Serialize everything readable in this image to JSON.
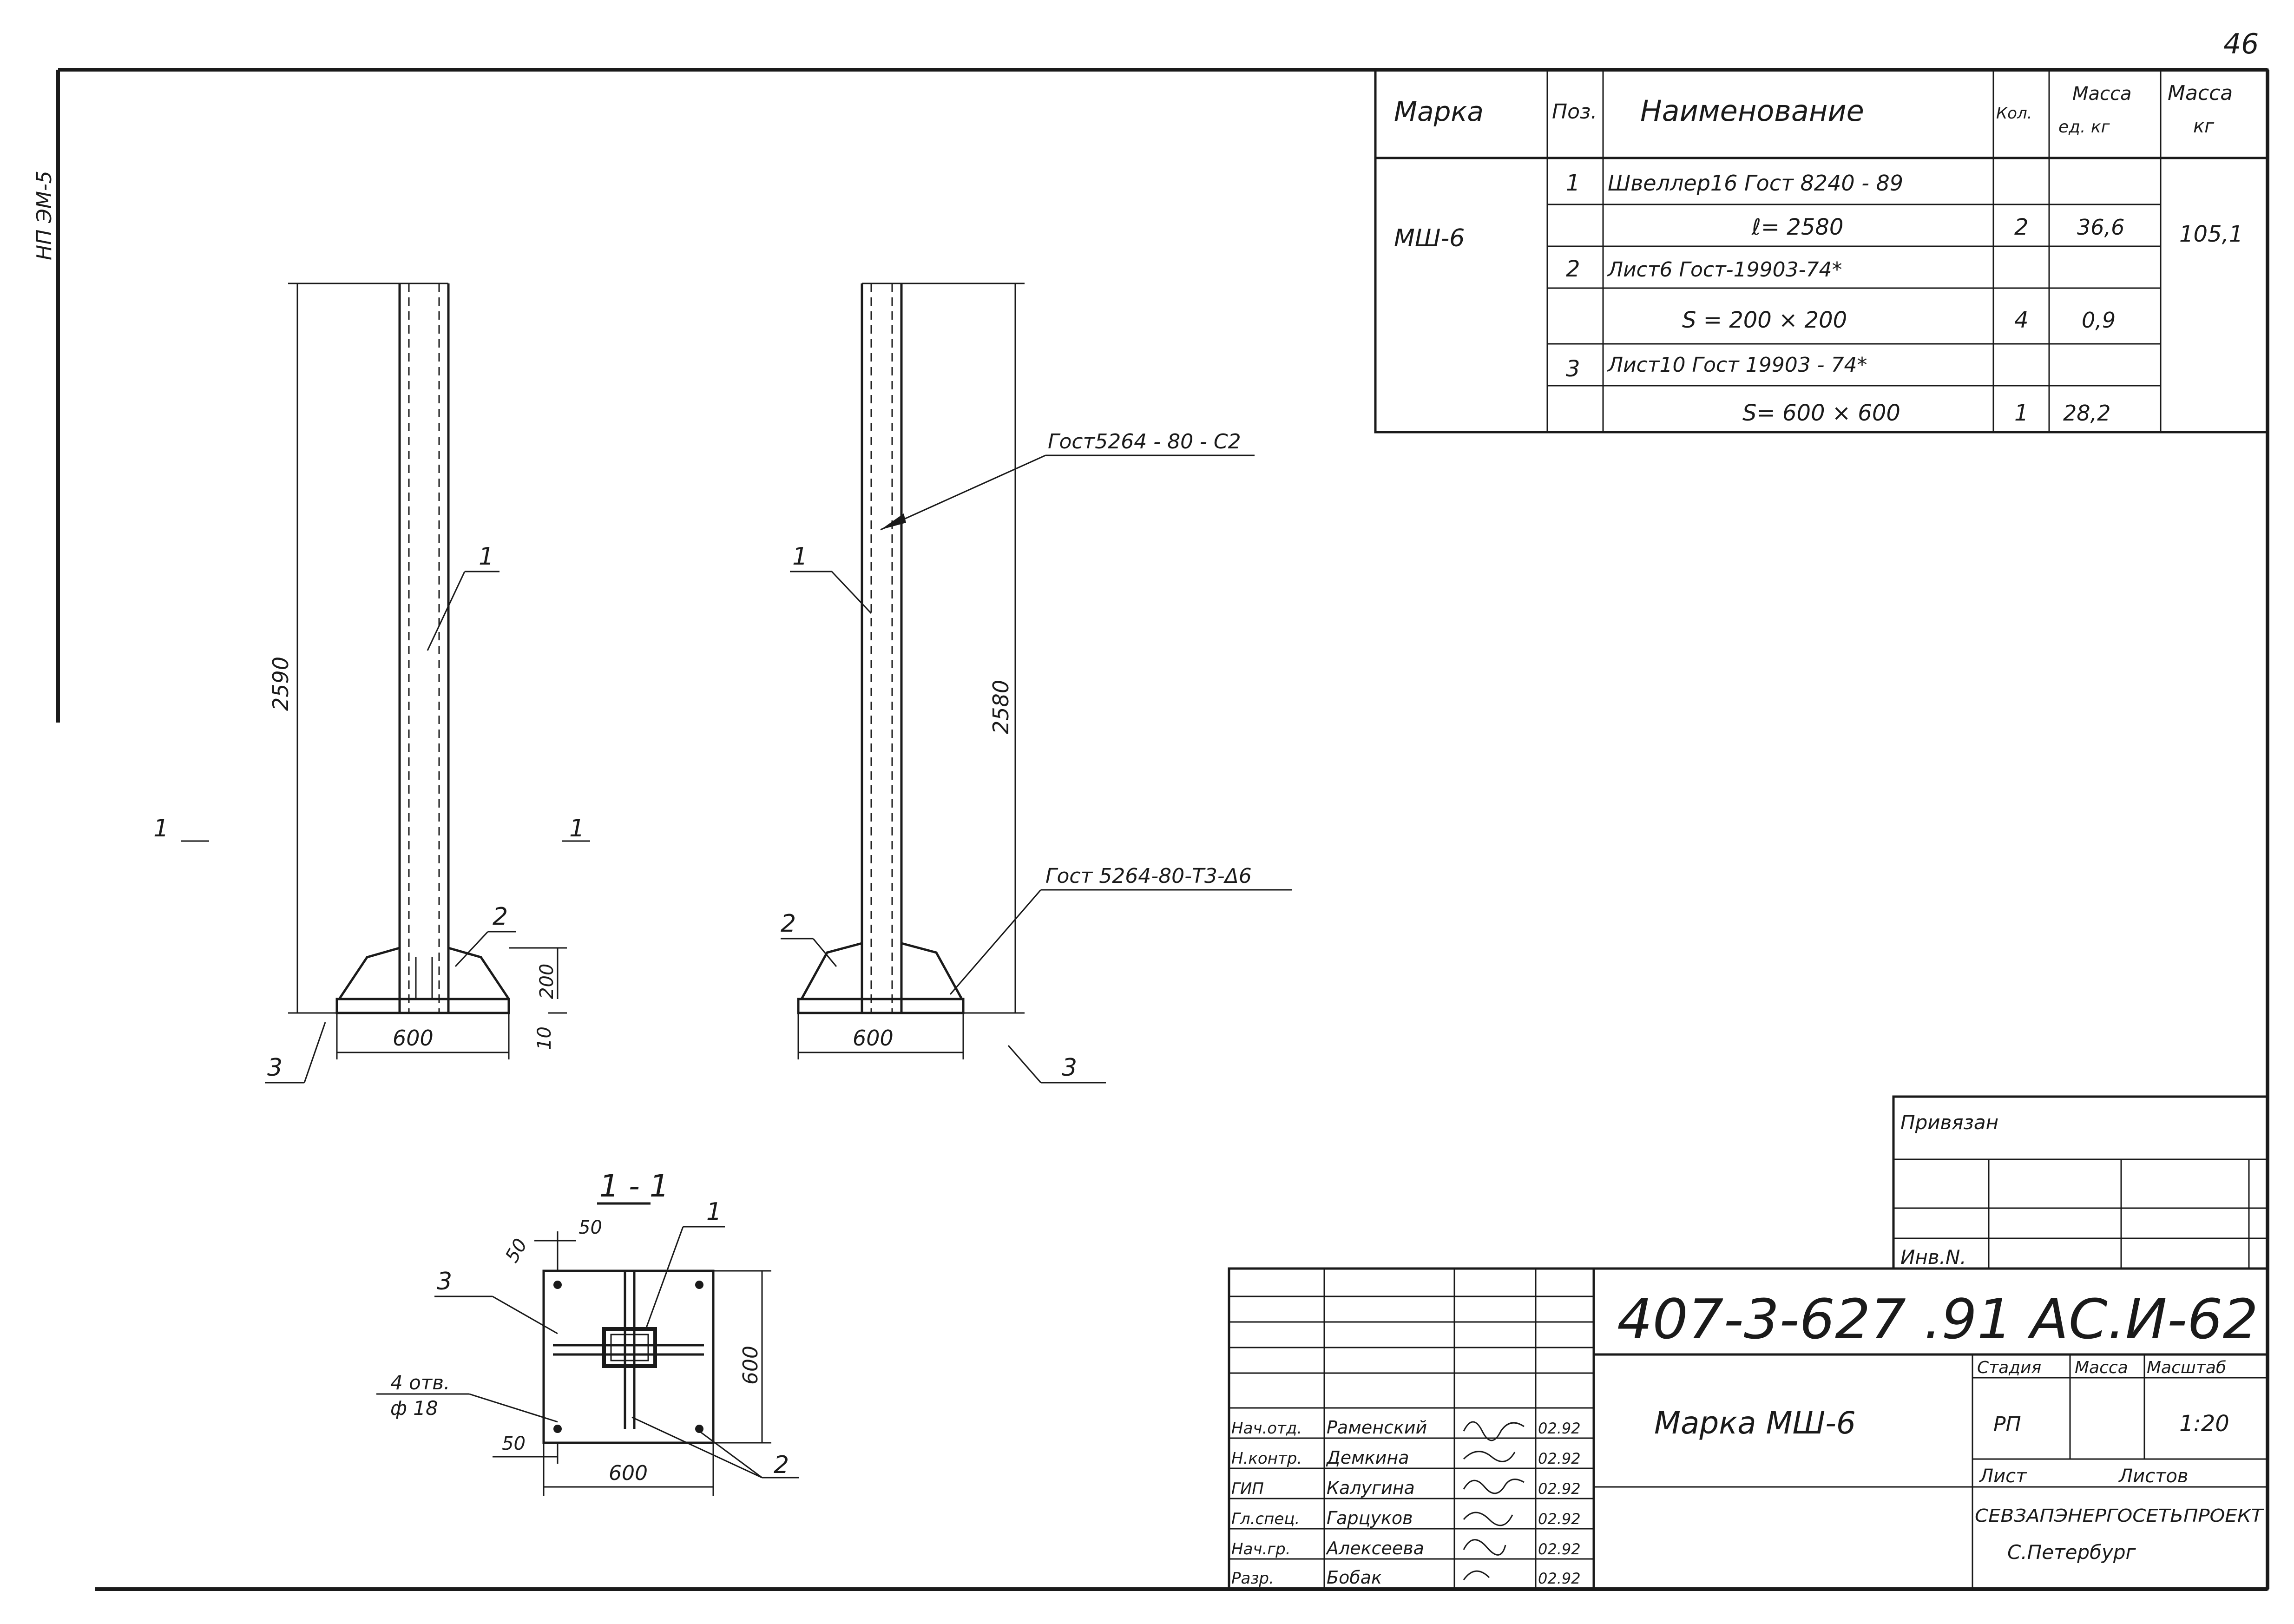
{
  "sheet_number": "46",
  "side_stamp": "НП ЭМ-5",
  "spec_table": {
    "headers": {
      "mark": "Марка",
      "pos": "Поз.",
      "name": "Наименование",
      "qty": "Кол.",
      "mass_unit_1": "Масса",
      "mass_unit_2": "ед. кг",
      "mass_total_1": "Масса",
      "mass_total_2": "кг"
    },
    "mark": "МШ-6",
    "total_mass": "105,1",
    "rows": [
      {
        "pos": "1",
        "name": "Швеллер16 Гост 8240 - 89",
        "qty": "",
        "mass": ""
      },
      {
        "pos": "",
        "name": "ℓ= 2580",
        "qty": "2",
        "mass": "36,6"
      },
      {
        "pos": "2",
        "name": "Лист6 Гост-19903-74*",
        "qty": "",
        "mass": ""
      },
      {
        "pos": "",
        "name": "S = 200 × 200",
        "qty": "4",
        "mass": "0,9"
      },
      {
        "pos": "3",
        "name": "Лист10 Гост 19903 - 74*",
        "qty": "",
        "mass": ""
      },
      {
        "pos": "",
        "name": "S= 600 × 600",
        "qty": "1",
        "mass": "28,2"
      }
    ]
  },
  "left_view": {
    "height_dim": "2590",
    "base_dim": "600",
    "gusset_dim": "200",
    "plate_dim": "10",
    "callout_1": "1",
    "callout_2": "2",
    "callout_3": "3",
    "section_left": "1",
    "section_right": "1"
  },
  "right_view": {
    "height_dim": "2580",
    "base_dim": "600",
    "weld_note_1": "Гост5264 - 80 - С2",
    "weld_note_2": "Гост 5264-80-Т3-Δ6",
    "callout_1": "1",
    "callout_2": "2",
    "callout_3": "3"
  },
  "section_view": {
    "title": "1 - 1",
    "dim_top": "50",
    "dim_side": "50",
    "dim_left": "50",
    "dim_width": "600",
    "dim_height": "600",
    "holes_label_1": "4 отв.",
    "holes_label_2": "ф 18",
    "callout_1": "1",
    "callout_2": "2",
    "callout_3": "3"
  },
  "privyazan": {
    "label": "Привязан",
    "inv_label": "Инв.N."
  },
  "title_block": {
    "doc_code": "407-3-627 .91 АС.И-62",
    "drawing_title": "Марка МШ-6",
    "stage_header": "Стадия",
    "mass_header": "Масса",
    "scale_header": "Масштаб",
    "stage_value": "РП",
    "mass_value": "",
    "scale_value": "1:20",
    "sheet_label": "Лист",
    "sheets_label": "Листов",
    "organization": "СЕВЗАПЭНЕРГОСЕТЬПРОЕКТ",
    "city": "С.Петербург",
    "signatures": [
      {
        "role": "Нач.отд.",
        "name": "Раменский",
        "date": "02.92"
      },
      {
        "role": "Н.контр.",
        "name": "Демкина",
        "date": "02.92"
      },
      {
        "role": "ГИП",
        "name": "Калугина",
        "date": "02.92"
      },
      {
        "role": "Гл.спец.",
        "name": "Гарцуков",
        "date": "02.92"
      },
      {
        "role": "Нач.гр.",
        "name": "Алексеева",
        "date": "02.92"
      },
      {
        "role": "Разр.",
        "name": "Бобак",
        "date": "02.92"
      }
    ]
  }
}
